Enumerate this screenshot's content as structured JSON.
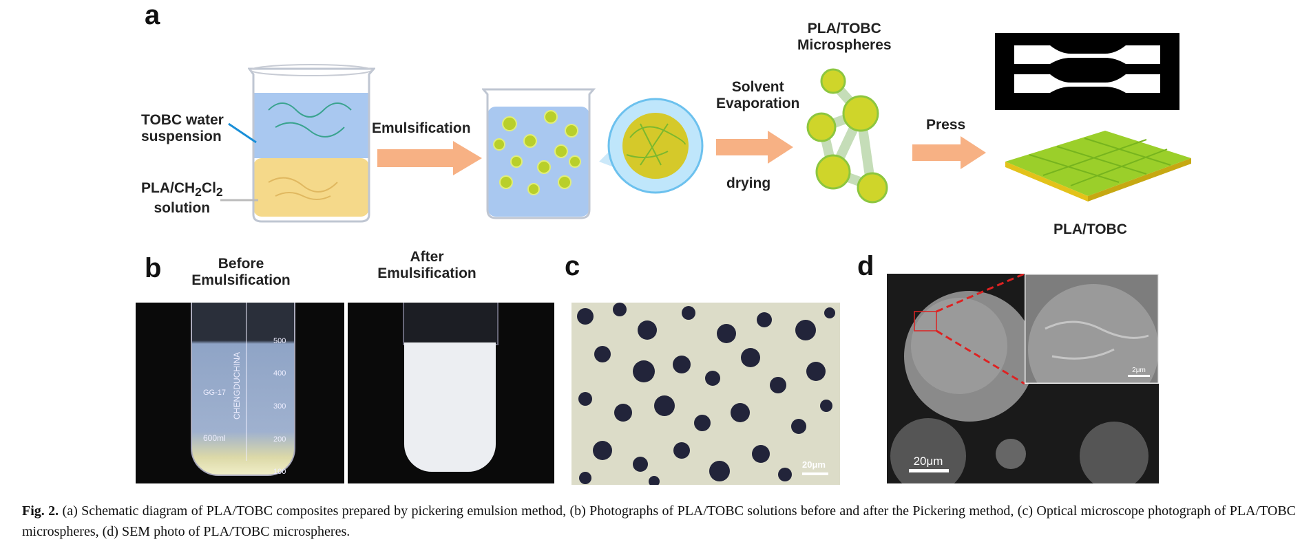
{
  "panels": {
    "a": "a",
    "b": "b",
    "c": "c",
    "d": "d"
  },
  "schematic": {
    "tobc_label_1": "TOBC water",
    "tobc_label_2": "suspension",
    "pla_label_1": "PLA/CH",
    "pla_sub_1": "2",
    "pla_label_mid": "Cl",
    "pla_sub_2": "2",
    "pla_label_2": "solution",
    "step1": "Emulsification",
    "step2_1": "Solvent",
    "step2_2": "Evaporation",
    "step2_3": "drying",
    "microspheres_1": "PLA/TOBC",
    "microspheres_2": "Microspheres",
    "step3": "Press",
    "product": "PLA/TOBC"
  },
  "photos": {
    "before_1": "Before",
    "before_2": "Emulsification",
    "after_1": "After",
    "after_2": "Emulsification",
    "beaker_text": "CHENGDUCHINA",
    "beaker_code": "GG-17",
    "beaker_volume": "600ml",
    "ticks": [
      "500",
      "400",
      "300",
      "200",
      "100"
    ],
    "scale_c": "20μm",
    "scale_d": "20μm",
    "scale_d_inset": "2μm"
  },
  "caption": {
    "label": "Fig. 2.",
    "text": "(a) Schematic diagram of PLA/TOBC composites prepared by pickering emulsion method, (b) Photographs of PLA/TOBC solutions before and after the Pickering method, (c) Optical microscope photograph of PLA/TOBC microspheres, (d) SEM photo of PLA/TOBC microspheres."
  },
  "colors": {
    "arrow": "#f7b184",
    "water": "#a9c8f0",
    "oil": "#f5d98a",
    "sphere": "#c8d62a"
  }
}
